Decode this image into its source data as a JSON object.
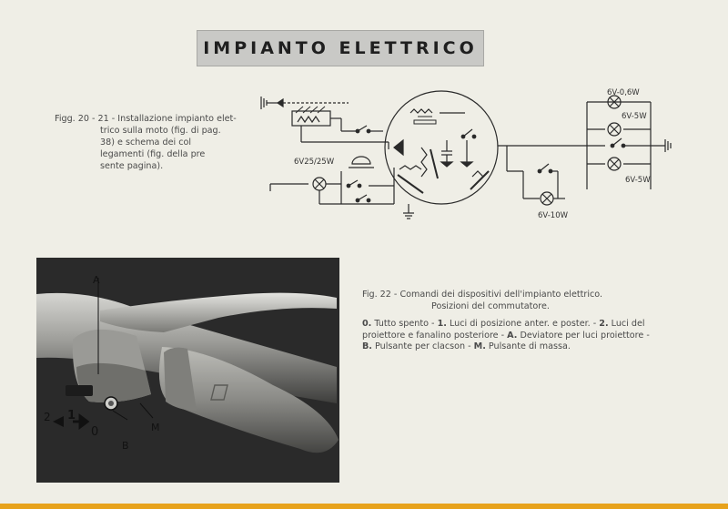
{
  "page_title": "IMPIANTO ELETTRICO",
  "caption_top": {
    "lead": "Figg. 20 - 21 - Installazione impianto elet-",
    "body": "trico sulla moto (fig. di pag. 38) e schema dei col legamenti (fig. della pre sente pagina)."
  },
  "diagram_labels": {
    "lamp_front": "6V25/25W",
    "lamp_top": "6V-0,6W",
    "lamp_mid": "6V-5W",
    "lamp_low": "6V-5W",
    "lamp_tail": "6V-10W"
  },
  "photo_labels": {
    "a": "A",
    "b": "B",
    "m": "M",
    "pos0": "0",
    "pos1": "1",
    "pos2": "2"
  },
  "caption_bottom": {
    "lead": "Fig. 22 - Comandi dei dispositivi dell'impianto elettrico.",
    "sub": "Posizioni del commutatore."
  },
  "legend_text": {
    "p0n": "0.",
    "p0": " Tutto spento - ",
    "p1n": "1.",
    "p1": " Luci di posizione anter. e poster. -",
    "p2n": "2.",
    "p2": " Luci del proiettore e fanalino posteriore - ",
    "pan": "A.",
    "pa": " Deviatore per luci proiettore - ",
    "pbn": "B.",
    "pb": " Pulsante per clacson - ",
    "pmn": "M.",
    "pm": " Pulsante di massa."
  },
  "colors": {
    "paper": "#efeee6",
    "title_box": "#c9c9c6",
    "accent_band": "#e7a21c"
  }
}
